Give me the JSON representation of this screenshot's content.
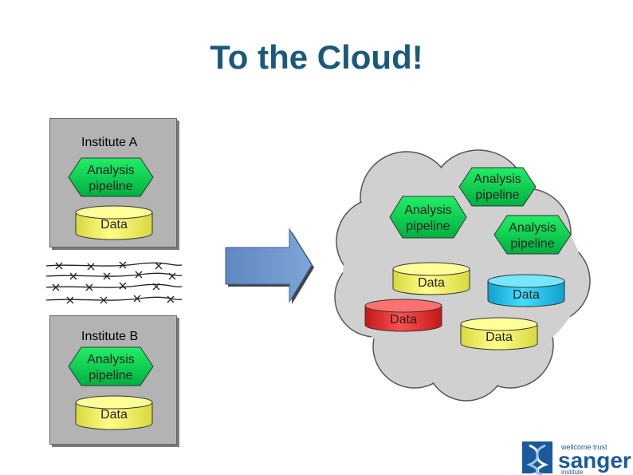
{
  "title": "To the Cloud!",
  "institute_a": {
    "label": "Institute A",
    "pipeline": "Analysis pipeline",
    "data": "Data"
  },
  "institute_b": {
    "label": "Institute B",
    "pipeline": "Analysis pipeline",
    "data": "Data"
  },
  "cloud": {
    "pipelines": [
      "Analysis pipeline",
      "Analysis pipeline",
      "Analysis pipeline"
    ],
    "data": [
      "Data",
      "Data",
      "Data"
    ]
  },
  "logo": {
    "top": "wellcome trust",
    "name": "sanger",
    "bottom": "institute"
  },
  "colors": {
    "title": "#1a5a78",
    "hexagon": "#00cc44",
    "yellow": "#ffff66",
    "red": "#ff3030",
    "cyan": "#22ccee",
    "arrow": "#6b93c8",
    "cloud": "#d0d0d0"
  }
}
